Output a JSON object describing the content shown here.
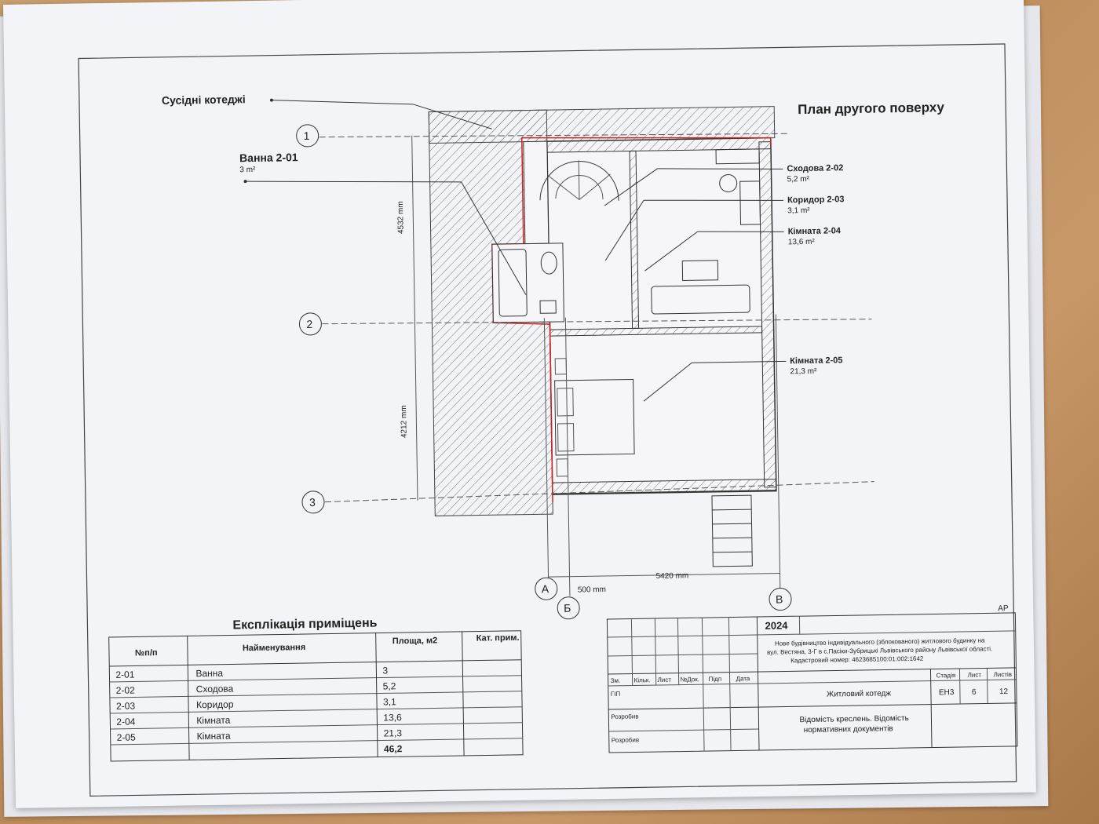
{
  "drawing": {
    "neighbors_label": "Сусідні котеджі",
    "title": "План другого поверху",
    "bath_label": "Ванна 2-01",
    "bath_area": "3 m²",
    "callouts": [
      {
        "name": "Сходова 2-02",
        "area": "5,2 m²"
      },
      {
        "name": "Коридор 2-03",
        "area": "3,1 m²"
      },
      {
        "name": "Кімната 2-04",
        "area": "13,6 m²"
      },
      {
        "name": "Кімната 2-05",
        "area": "21,3 m²"
      }
    ],
    "axes_rows": [
      "1",
      "2",
      "3"
    ],
    "axes_cols": [
      "А",
      "Б",
      "В"
    ],
    "dim_upper": "4532 mm",
    "dim_lower": "4212 mm",
    "dim_width": "5420 mm",
    "dim_offset": "500 mm"
  },
  "explication": {
    "title": "Експлікація приміщень",
    "headers": [
      "№п/п",
      "Найменування",
      "Площа, м2",
      "Кат. прим."
    ],
    "rows": [
      [
        "2-01",
        "Ванна",
        "3",
        ""
      ],
      [
        "2-02",
        "Сходова",
        "5,2",
        ""
      ],
      [
        "2-03",
        "Коридор",
        "3,1",
        ""
      ],
      [
        "2-04",
        "Кімната",
        "13,6",
        ""
      ],
      [
        "2-05",
        "Кімната",
        "21,3",
        ""
      ]
    ],
    "total": "46,2"
  },
  "title_block": {
    "code": "АР",
    "year": "2024",
    "project_line1": "Нове будівництво індивідуального (зблокованого) житлового будинку на",
    "project_line2": "вул. Вестяна, 3-Г в с.Пасіки-Зубрицькі Львівського району Львівської області.",
    "project_line3": "Кадастровий номер: 4623685100:01:002:1642",
    "col_headers": [
      "Зм.",
      "Кільк.",
      "Лист",
      "№Док.",
      "Підп",
      "Дата"
    ],
    "roles": [
      "ГІП",
      "Розробив",
      "Розробив"
    ],
    "building": "Житловий котедж",
    "stage_header": "Стадія",
    "sheet_header": "Лист",
    "sheets_header": "Листів",
    "stage": "ЕН3",
    "sheet": "6",
    "sheets": "12",
    "doc_title_line1": "Відомість креслень. Відомість",
    "doc_title_line2": "нормативних документів"
  }
}
